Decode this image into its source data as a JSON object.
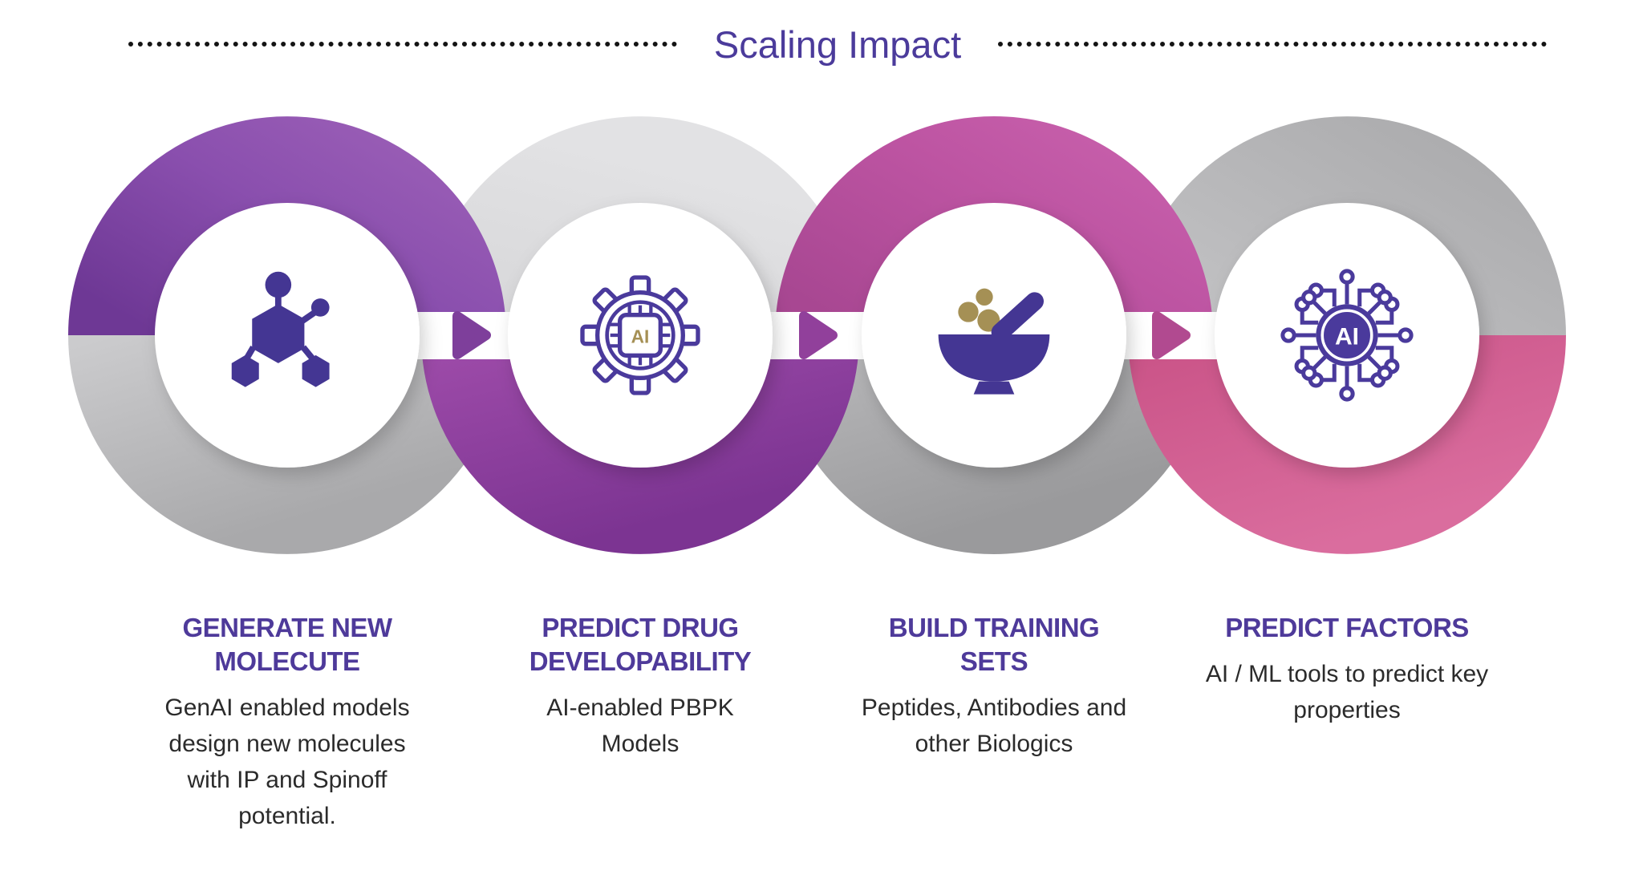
{
  "title": "Scaling Impact",
  "steps": [
    {
      "heading": "GENERATE NEW MOLECUTE",
      "description": "GenAI enabled models design new molecules with IP and Spinoff potential.",
      "icon": "molecule-icon",
      "ring_top_color": "#7a3f9d",
      "ring_bottom_color": "#bcbcbe"
    },
    {
      "heading": "PREDICT DRUG DEVELOPABILITY",
      "description": "AI-enabled PBPK Models",
      "icon": "gear-ai-chip-icon",
      "chip_label": "AI",
      "ring_top_color": "#dfdfe1",
      "ring_bottom_color": "#8d3f9e"
    },
    {
      "heading": "BUILD TRAINING SETS",
      "description": "Peptides, Antibodies and other Biologics",
      "icon": "mortar-pestle-icon",
      "ring_top_color": "#b84f9f",
      "ring_bottom_color": "#a8a8aa"
    },
    {
      "heading": "PREDICT FACTORS",
      "description": "AI / ML tools to predict key properties",
      "icon": "ai-circuit-icon",
      "chip_label": "AI",
      "ring_top_color": "#bababc",
      "ring_bottom_color": "#d0588c"
    }
  ],
  "arrows": [
    {
      "direction": "right",
      "color": "#7e3f9b"
    },
    {
      "direction": "right",
      "color": "#91409b"
    },
    {
      "direction": "right",
      "color": "#b14a90"
    }
  ],
  "colors": {
    "title_purple": "#4b3b9b",
    "heading_purple": "#4e3a9a",
    "body_text": "#2b2b2b",
    "icon_indigo": "#443693",
    "icon_gold": "#a59055",
    "dotted_line": "#141414"
  }
}
